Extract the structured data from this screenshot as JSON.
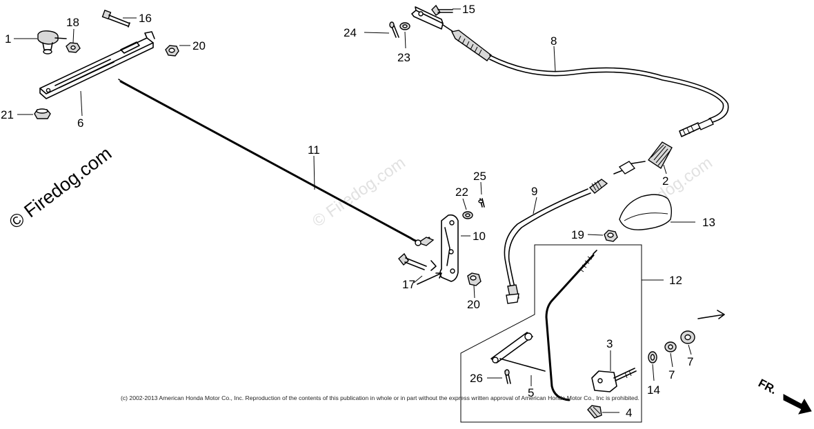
{
  "watermark": {
    "main": "© Firedog.com",
    "faint": "© Firedog.com"
  },
  "copyright": "(c) 2002-2013 American Honda Motor Co., Inc. Reproduction of the contents of this publication in whole or in part without the express written approval of American Honda Motor Co., Inc is prohibited.",
  "direction_label": "FR.",
  "callouts": {
    "c1": "1",
    "c2": "2",
    "c3": "3",
    "c4": "4",
    "c5": "5",
    "c6": "6",
    "c7a": "7",
    "c7b": "7",
    "c8": "8",
    "c9": "9",
    "c10": "10",
    "c11": "11",
    "c12": "12",
    "c13": "13",
    "c14": "14",
    "c15": "15",
    "c16": "16",
    "c17": "17",
    "c18": "18",
    "c19": "19",
    "c20a": "20",
    "c20b": "20",
    "c21": "21",
    "c22": "22",
    "c23": "23",
    "c24": "24",
    "c25": "25",
    "c26": "26"
  }
}
